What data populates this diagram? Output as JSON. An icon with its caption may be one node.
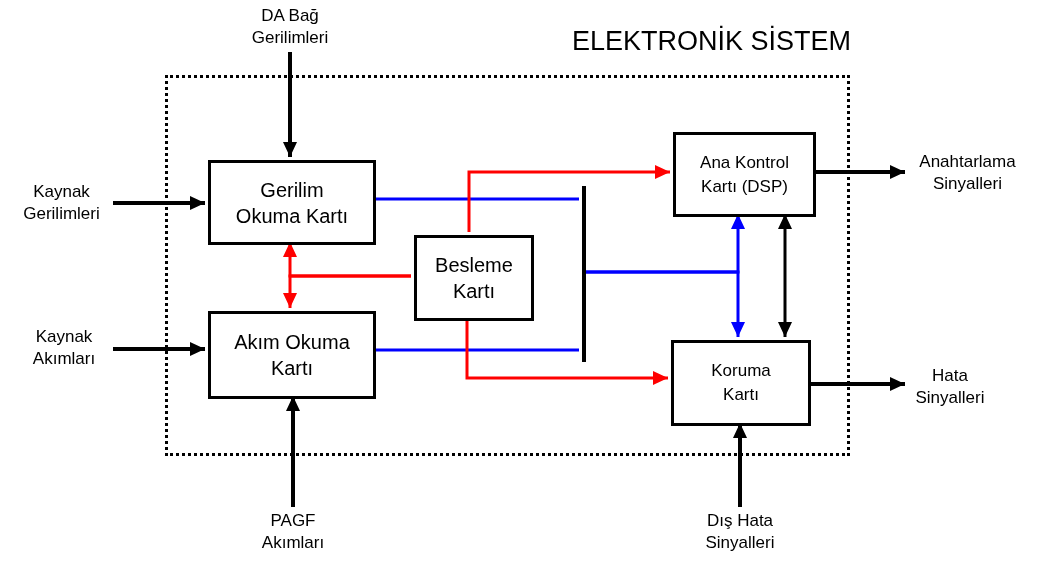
{
  "diagram": {
    "nodes": [
      {
        "text": [
          "ELEKTRONİK SİSTEM"
        ]
      },
      {
        "text": [
          "Gerilim Okuma Kartı"
        ],
        "in": 0
      },
      {
        "text": [
          "Akım Okuma Kartı"
        ],
        "in": 0
      },
      {
        "text": [
          "Besleme Kartı"
        ],
        "in": 0
      },
      {
        "text": [
          "Ana Kontrol Kartı (DSP)"
        ],
        "in": 0
      },
      {
        "text": [
          "Koruma Kartı"
        ],
        "in": 0
      },
      {
        "text": [],
        "shape": "bar",
        "in": 0
      },
      {
        "text": [
          "DA Bağ Gerilimleri"
        ]
      },
      {
        "text": [
          "Kaynak Gerilimleri"
        ]
      },
      {
        "text": [
          "Kaynak Akımları"
        ]
      },
      {
        "text": [
          "PAGF Akımları"
        ]
      },
      {
        "text": [
          "Dış Hata Sinyalleri"
        ]
      },
      {
        "text": [
          "Anahtarlama Sinyalleri"
        ]
      },
      {
        "text": [
          "Hata Sinyalleri"
        ]
      }
    ],
    "edges": [
      {
        "from": 7,
        "to": 1,
        "arrow": "to"
      },
      {
        "from": 8,
        "to": 1,
        "arrow": "to"
      },
      {
        "from": 9,
        "to": 2,
        "arrow": "to"
      },
      {
        "from": 10,
        "to": 2,
        "arrow": "to"
      },
      {
        "from": 11,
        "to": 5,
        "arrow": "to"
      },
      {
        "from": 4,
        "to": 12,
        "arrow": "to"
      },
      {
        "from": 5,
        "to": 13,
        "arrow": "to"
      },
      {
        "from": 1,
        "to": 6,
        "arrow": "none",
        "color": "#0000ff"
      },
      {
        "from": 2,
        "to": 6,
        "arrow": "none",
        "color": "#0000ff"
      },
      {
        "from": 6,
        "to": 4,
        "arrow": "to",
        "color": "#0000ff"
      },
      {
        "from": 6,
        "to": 5,
        "arrow": "to",
        "color": "#0000ff"
      },
      {
        "from": 4,
        "to": 5,
        "arrow": "both"
      },
      {
        "from": 3,
        "to": 1,
        "arrow": "to",
        "color": "#ff0000"
      },
      {
        "from": 3,
        "to": 2,
        "arrow": "to",
        "color": "#ff0000"
      },
      {
        "from": 3,
        "to": 4,
        "arrow": "to",
        "color": "#ff0000"
      },
      {
        "from": 3,
        "to": 5,
        "arrow": "to",
        "color": "#ff0000"
      }
    ]
  }
}
